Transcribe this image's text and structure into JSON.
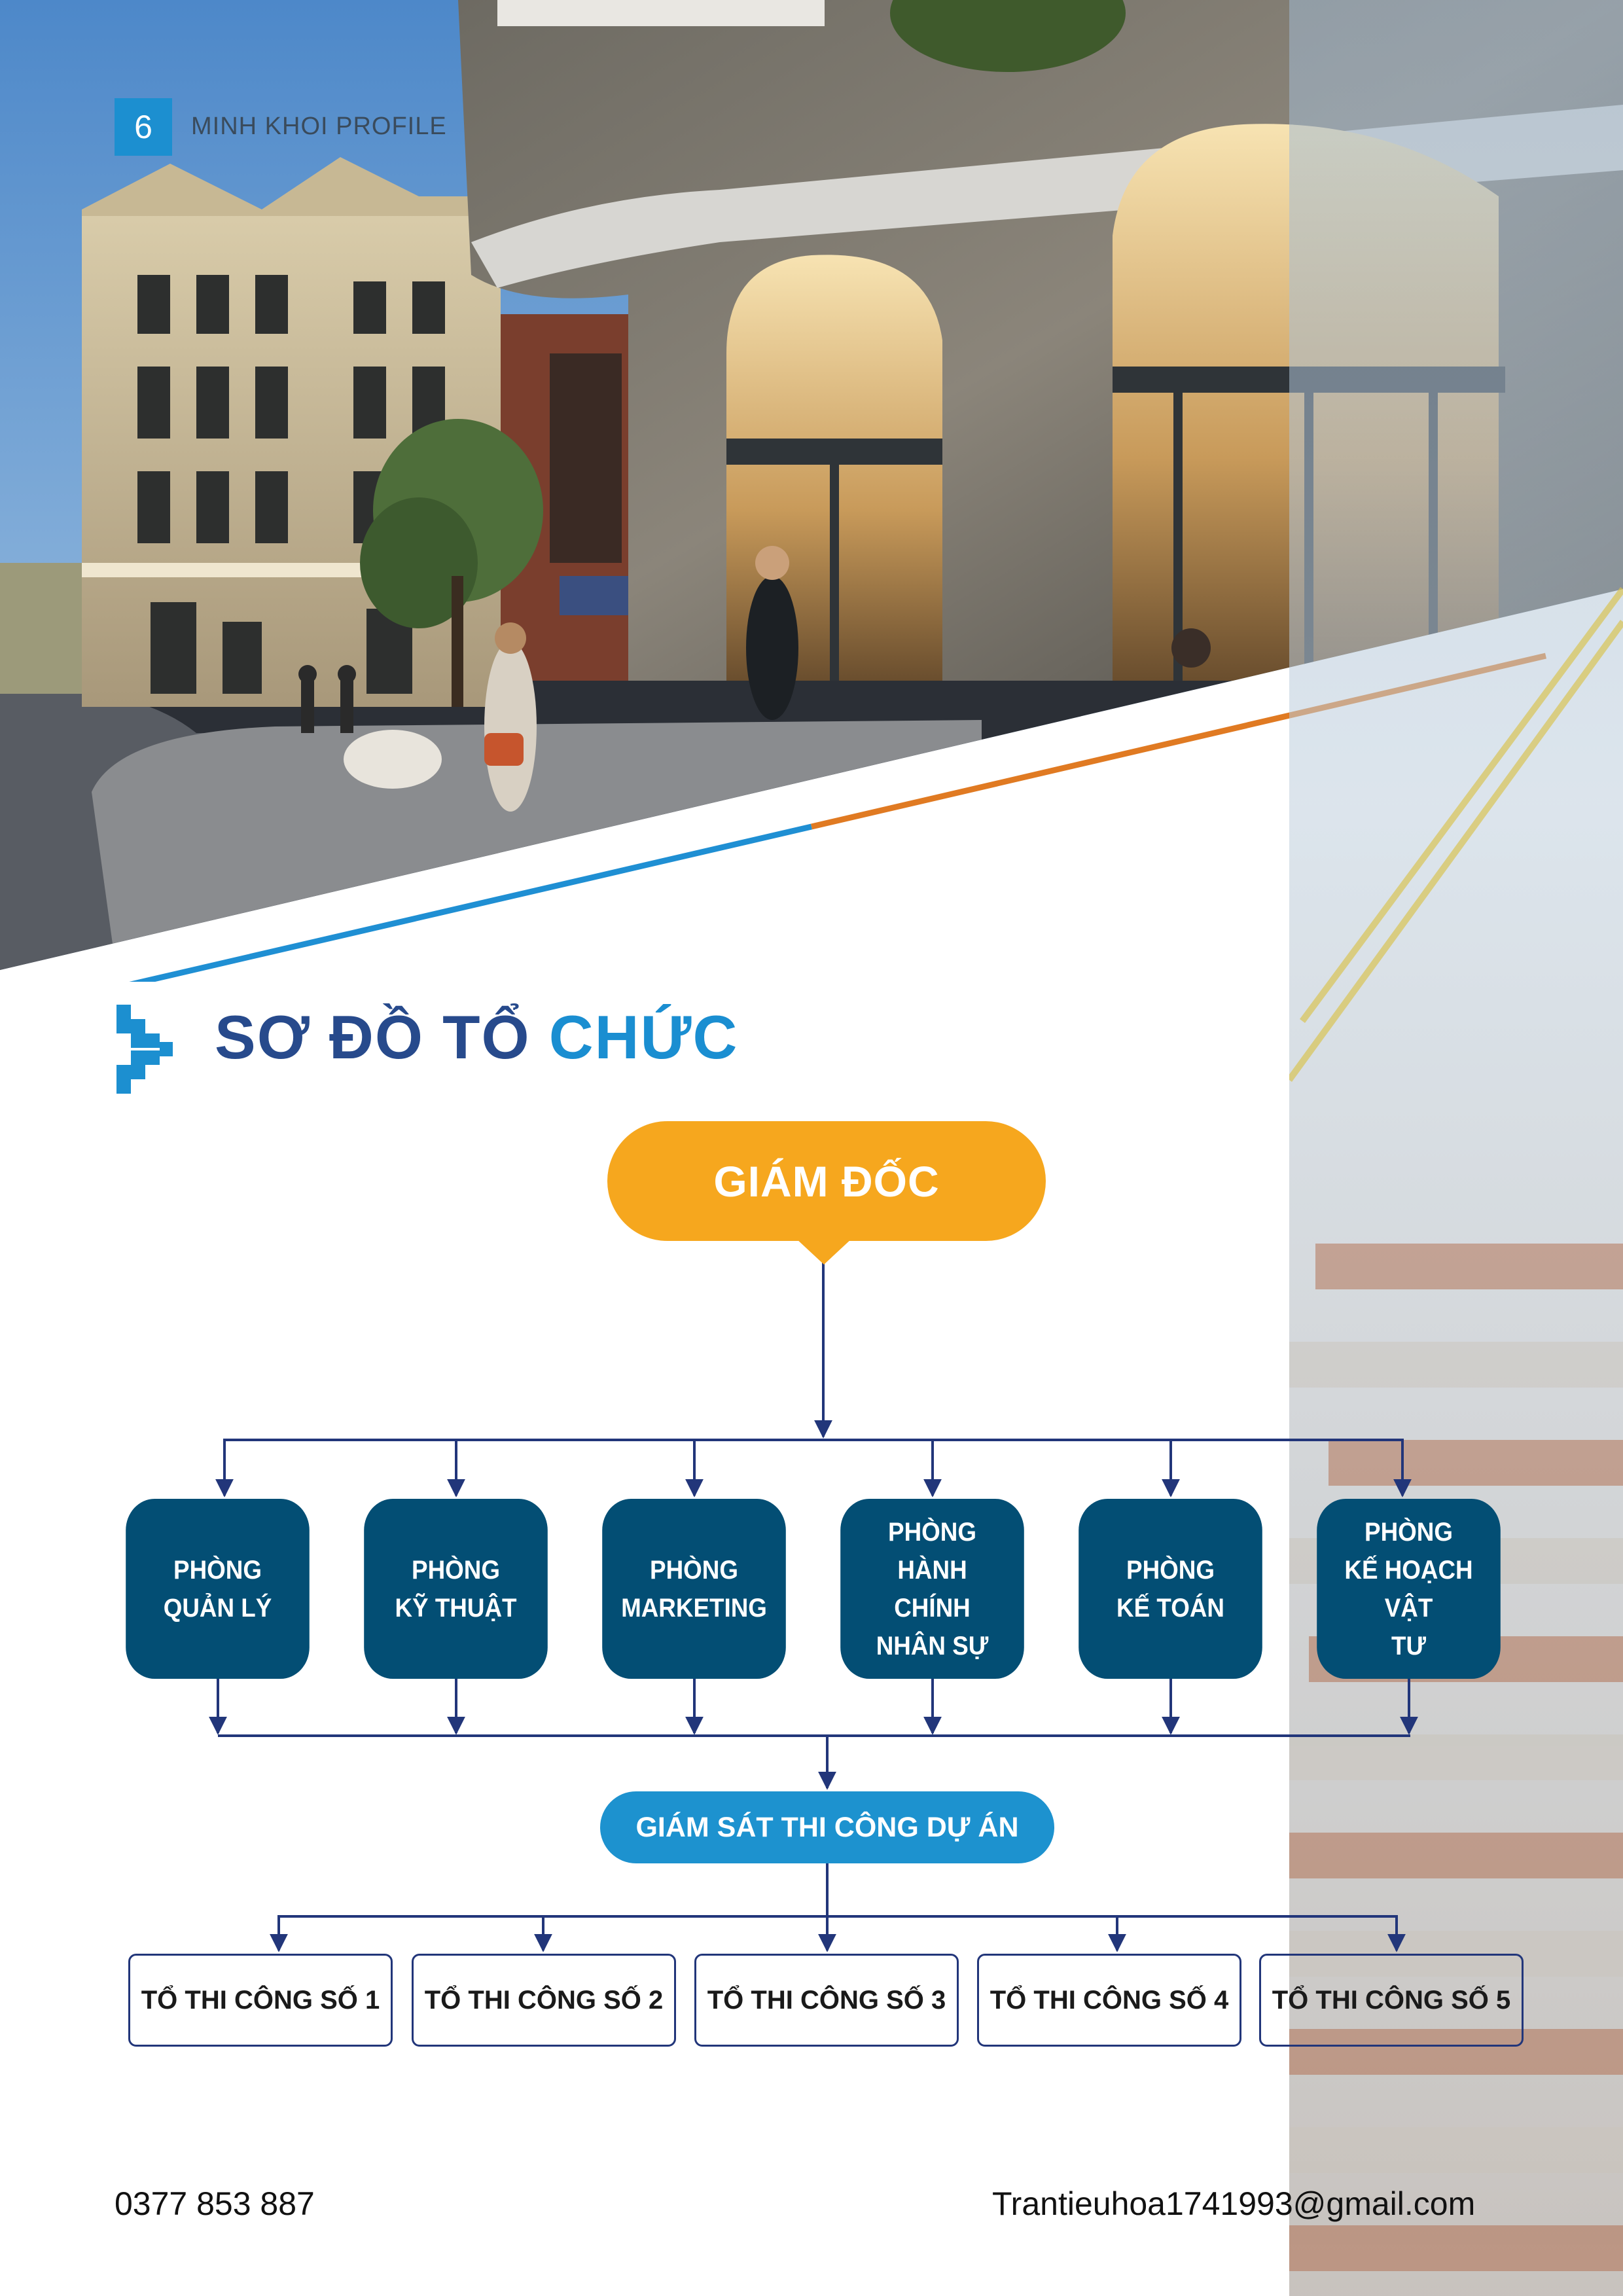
{
  "header": {
    "page_number": "6",
    "profile_label": "MINH KHOI PROFILE"
  },
  "section": {
    "title_part1": "SƠ ĐỒ TỔ ",
    "title_part2": "CHỨC"
  },
  "org": {
    "director": "GIÁM ĐỐC",
    "departments": [
      {
        "lines": [
          "PHÒNG",
          "QUẢN LÝ"
        ]
      },
      {
        "lines": [
          "PHÒNG",
          "KỸ THUẬT"
        ]
      },
      {
        "lines": [
          "PHÒNG",
          "MARKETING"
        ]
      },
      {
        "lines": [
          "PHÒNG",
          "HÀNH CHÍNH",
          "NHÂN SỰ"
        ]
      },
      {
        "lines": [
          "PHÒNG",
          "KẾ TOÁN"
        ]
      },
      {
        "lines": [
          "PHÒNG",
          "KẾ HOẠCH VẬT",
          "TƯ"
        ]
      }
    ],
    "supervision": "GIÁM SÁT THI CÔNG DỰ ÁN",
    "teams": [
      "TỔ THI CÔNG SỐ 1",
      "TỔ THI CÔNG SỐ 2",
      "TỔ THI CÔNG SỐ 3",
      "TỔ THI CÔNG SỐ 4",
      "TỔ THI CÔNG SỐ 5"
    ]
  },
  "footer": {
    "phone": "0377 853 887",
    "email": "Trantieuhoa1741993@gmail.com"
  },
  "colors": {
    "director": "#f6a71e",
    "department": "#034e74",
    "supervision": "#1d92cf",
    "connector": "#22367a",
    "accent_blue": "#1a8ed1",
    "accent_orange": "#e07a22"
  }
}
